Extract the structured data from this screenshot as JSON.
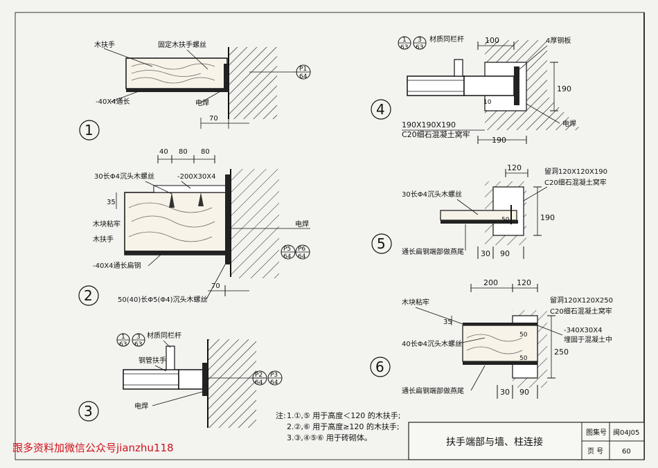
{
  "sheet": {
    "title": "扶手端部与墙、柱连接",
    "atlas_label": "图集号",
    "atlas_no": "闽04J05",
    "page_label": "页 号",
    "page_no": "60"
  },
  "notes": {
    "prefix": "注:",
    "line1": "1.①,⑤ 用于高度＜120 的木扶手;",
    "line2": "2.②,⑥ 用于高度≥120 的木扶手;",
    "line3": "3.③,④⑤⑥ 用于砖砌体。"
  },
  "watermark": "跟多资料加微信公众号jianzhu118",
  "details": {
    "d1": {
      "num": "1",
      "wood_rail": "木扶手",
      "screw": "固定木扶手螺丝",
      "flat": "-40X4通长",
      "weld": "电焊",
      "dim_70": "70",
      "ref": {
        "top": "P1",
        "bottom": "64"
      }
    },
    "d2": {
      "num": "2",
      "dim_40": "40",
      "dim_80a": "80",
      "dim_80b": "80",
      "screw_top": "30长Φ4沉头木螺丝",
      "plate": "-200X30X4",
      "dim_35": "35",
      "pad": "木块粘牢",
      "wood_rail": "木扶手",
      "weld": "电焊",
      "flat": "-40X4通长扁钢",
      "screw_bottom": "50(40)长Φ5(Φ4)沉头木螺丝",
      "dim_70": "70",
      "ref1": {
        "top": "P5",
        "bottom": "64"
      },
      "ref2": {
        "top": "P6",
        "bottom": "64"
      }
    },
    "d3": {
      "num": "3",
      "tag1": {
        "top": "1",
        "bottom": "63"
      },
      "tag2": {
        "top": "3",
        "bottom": "63"
      },
      "post": "材质同栏杆",
      "steel_rail": "钢管扶手",
      "weld": "电焊",
      "ref1": {
        "top": "P2",
        "bottom": "64"
      },
      "ref2": {
        "top": "P3",
        "bottom": "64"
      }
    },
    "d4": {
      "num": "4",
      "tag1": {
        "top": "1",
        "bottom": "63"
      },
      "tag2": {
        "top": "3",
        "bottom": "63"
      },
      "post": "材质同栏杆",
      "dim_100": "100",
      "plate": "4厚钢板",
      "dim_190v": "190",
      "dim_10": "10",
      "weld": "电焊",
      "block": "190X190X190",
      "concrete": "C20细石混凝土窝牢",
      "dim_190h": "190"
    },
    "d5": {
      "num": "5",
      "dim_120": "120",
      "hole": "留洞120X120X190",
      "concrete": "C20细石混凝土窝牢",
      "screw": "30长Φ4沉头木螺丝",
      "dim_190": "190",
      "dim_50": "50",
      "flat": "通长扁钢端部做燕尾",
      "dim_30": "30",
      "dim_90": "90"
    },
    "d6": {
      "num": "6",
      "dim_200": "200",
      "dim_120": "120",
      "pad": "木块粘牢",
      "hole": "留洞120X120X250",
      "concrete": "C20细石混凝土窝牢",
      "plate": "-340X30X4",
      "embed": "埋固于混凝土中",
      "dim_35": "35",
      "screw": "40长Φ4沉头木螺丝",
      "dim_50a": "50",
      "dim_250": "250",
      "dim_50b": "50",
      "flat": "通长扁钢端部做燕尾",
      "dim_30": "30",
      "dim_90": "90"
    }
  }
}
